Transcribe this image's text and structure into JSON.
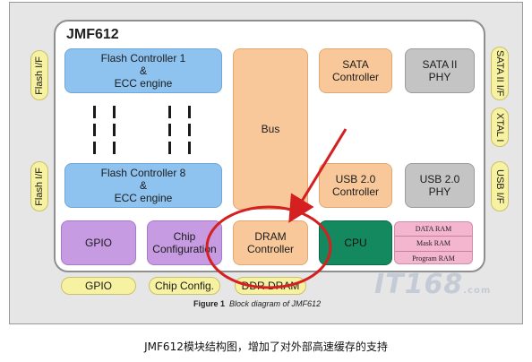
{
  "chip_name": "JMF612",
  "blocks": {
    "flash_controller_1": "Flash Controller 1\n&\nECC engine",
    "flash_controller_8": "Flash Controller 8\n&\nECC engine",
    "bus": "Bus",
    "sata_controller": "SATA\nController",
    "sata_phy": "SATA II\nPHY",
    "usb_controller": "USB 2.0\nController",
    "usb_phy": "USB 2.0\nPHY",
    "gpio": "GPIO",
    "chip_configuration": "Chip\nConfiguration",
    "dram_controller": "DRAM\nController",
    "cpu": "CPU"
  },
  "ram": {
    "data_ram": "DATA RAM",
    "mask_ram": "Mask RAM",
    "program_ram": "Program RAM"
  },
  "interfaces": {
    "flash_if_top": "Flash I/F",
    "flash_if_bottom": "Flash I/F",
    "sata_ii_if": "SATA II I/F",
    "xtal": "XTAL I",
    "usb_if": "USB I/F",
    "gpio": "GPIO",
    "chip_config": "Chip Config.",
    "ddr_dram": "DDR DRAM"
  },
  "figure": {
    "label": "Figure 1",
    "text": "Block diagram of JMF612"
  },
  "watermark": "IT168",
  "watermark_suffix": ".com",
  "caption": "JMF612模块结构图，增加了对外部高速缓存的支持",
  "colors": {
    "highlight_circle": "#d42020",
    "arrow": "#d42020"
  }
}
